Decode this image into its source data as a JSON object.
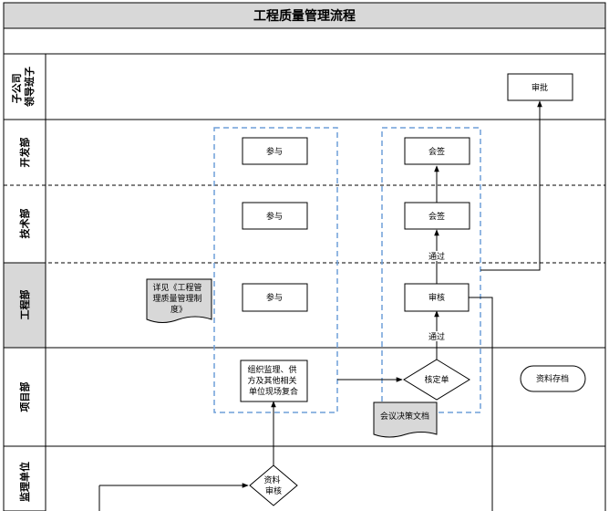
{
  "diagram": {
    "title": "工程质量管理流程",
    "lanes": [
      {
        "id": "lane-subsidiary",
        "lines": [
          "子公司",
          "领导班子"
        ]
      },
      {
        "id": "lane-dev",
        "lines": [
          "开发部"
        ]
      },
      {
        "id": "lane-tech",
        "lines": [
          "技术部"
        ]
      },
      {
        "id": "lane-eng",
        "lines": [
          "工程部"
        ]
      },
      {
        "id": "lane-project",
        "lines": [
          "项目部"
        ]
      },
      {
        "id": "lane-supervision",
        "lines": [
          "监理单位"
        ]
      }
    ],
    "nodes": {
      "approve": "审批",
      "participate_dev": "参与",
      "participate_tech": "参与",
      "participate_eng": "参与",
      "countersign_dev": "会签",
      "countersign_tech": "会签",
      "review": "审核",
      "joint_inspection": [
        "组织监理、供",
        "方及其他相关",
        "单位现场复合"
      ],
      "verify_sheet": "核定单",
      "archive": "资料存档",
      "meeting_doc": "会议决策文档",
      "note_doc": [
        "详见《工程管",
        "理质量管理制",
        "度》"
      ],
      "material_review": [
        "资料",
        "审核"
      ]
    },
    "edge_labels": {
      "pass_upper": "通过",
      "pass_lower": "通过"
    }
  }
}
